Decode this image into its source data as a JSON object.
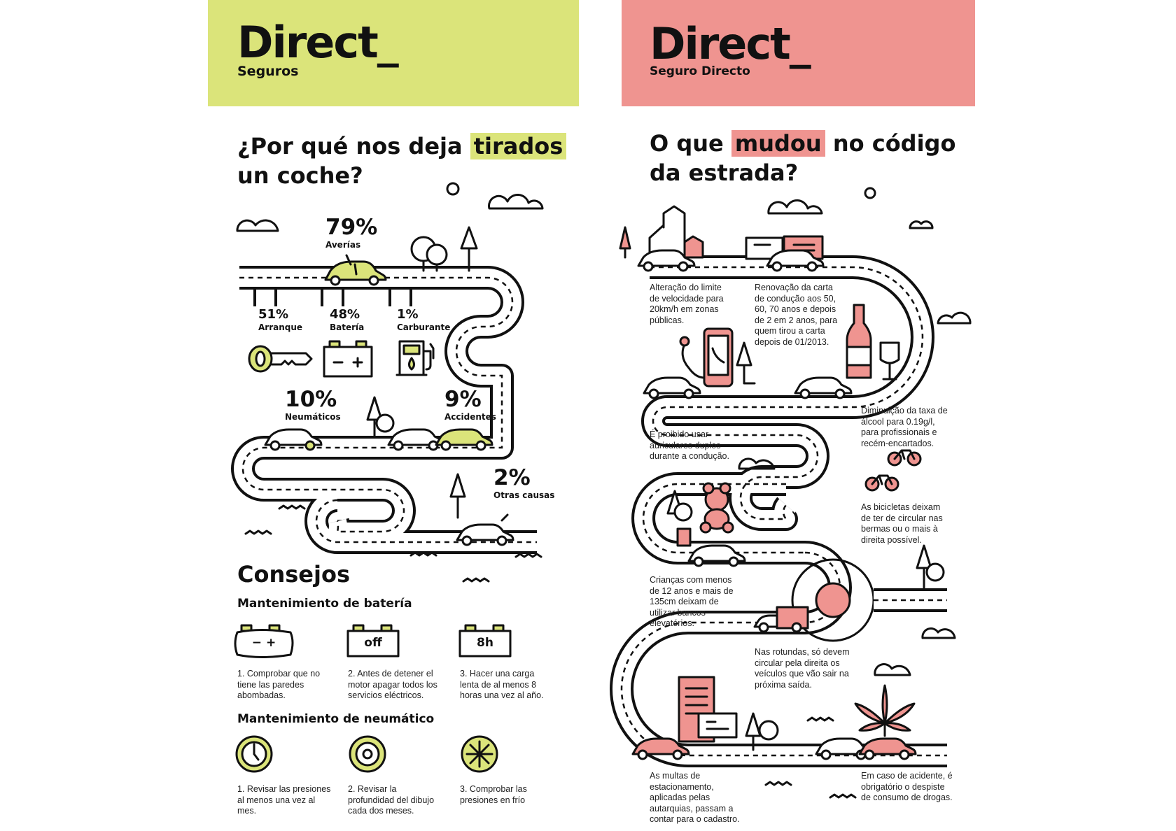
{
  "colors": {
    "lime": "#dbe47a",
    "pink": "#ef9490",
    "ink": "#111111"
  },
  "left": {
    "logo": "Direct_",
    "subtitle": "Seguros",
    "title": {
      "part1": "¿Por qué nos deja ",
      "highlight": "tirados",
      "part2": "un coche?"
    },
    "stats": {
      "averias": {
        "value": "79%",
        "label": "Averías"
      },
      "arranque": {
        "value": "51%",
        "label": "Arranque"
      },
      "bateria": {
        "value": "48%",
        "label": "Batería"
      },
      "carburante": {
        "value": "1%",
        "label": "Carburante"
      },
      "neumaticos": {
        "value": "10%",
        "label": "Neumáticos"
      },
      "accidentes": {
        "value": "9%",
        "label": "Accidentes"
      },
      "otras": {
        "value": "2%",
        "label": "Otras causas"
      }
    },
    "consejos": {
      "heading": "Consejos",
      "bateria_heading": "Mantenimiento de batería",
      "bateria_icons": [
        "− +",
        "off",
        "8h"
      ],
      "bateria_tips": [
        "1. Comprobar que no tiene las paredes abombadas.",
        "2. Antes de detener el motor apagar todos los servicios eléctricos.",
        "3. Hacer una carga lenta de al menos 8 horas una vez al año."
      ],
      "neumatico_heading": "Mantenimiento de neumático",
      "neumatico_tips": [
        "1. Revisar las presiones al menos una vez al mes.",
        "2. Revisar la profundidad del dibujo cada dos meses.",
        "3. Comprobar las presiones en frío"
      ]
    }
  },
  "right": {
    "logo": "Direct_",
    "subtitle": "Seguro Directo",
    "title": {
      "part1": "O que ",
      "highlight": "mudou",
      "part2": " no código",
      "part3": "da estrada?"
    },
    "notes": [
      "Alteração do limite de velocidade para 20km/h em zonas públicas.",
      "Renovação da carta de condução aos 50, 60, 70 anos e depois de 2 em 2 anos, para quem tirou a carta depois de 01/2013.",
      "É proibido usar auriculares duplos durante a condução.",
      "Diminuição da taxa de álcool para 0.19g/l, para profissionais e recém-encartados.",
      "As bicicletas deixam de ter de circular nas bermas ou o mais à direita possível.",
      "Crianças com menos de 12 anos e mais de 135cm deixam de utilizar bancos elevatórios.",
      "Nas rotundas, só devem circular pela direita os veículos que vão sair na próxima saída.",
      "As multas de estacionamento, aplicadas pelas autarquias, passam a contar para o cadastro.",
      "Em caso de acidente, é obrigatório o despiste de consumo de drogas."
    ]
  }
}
